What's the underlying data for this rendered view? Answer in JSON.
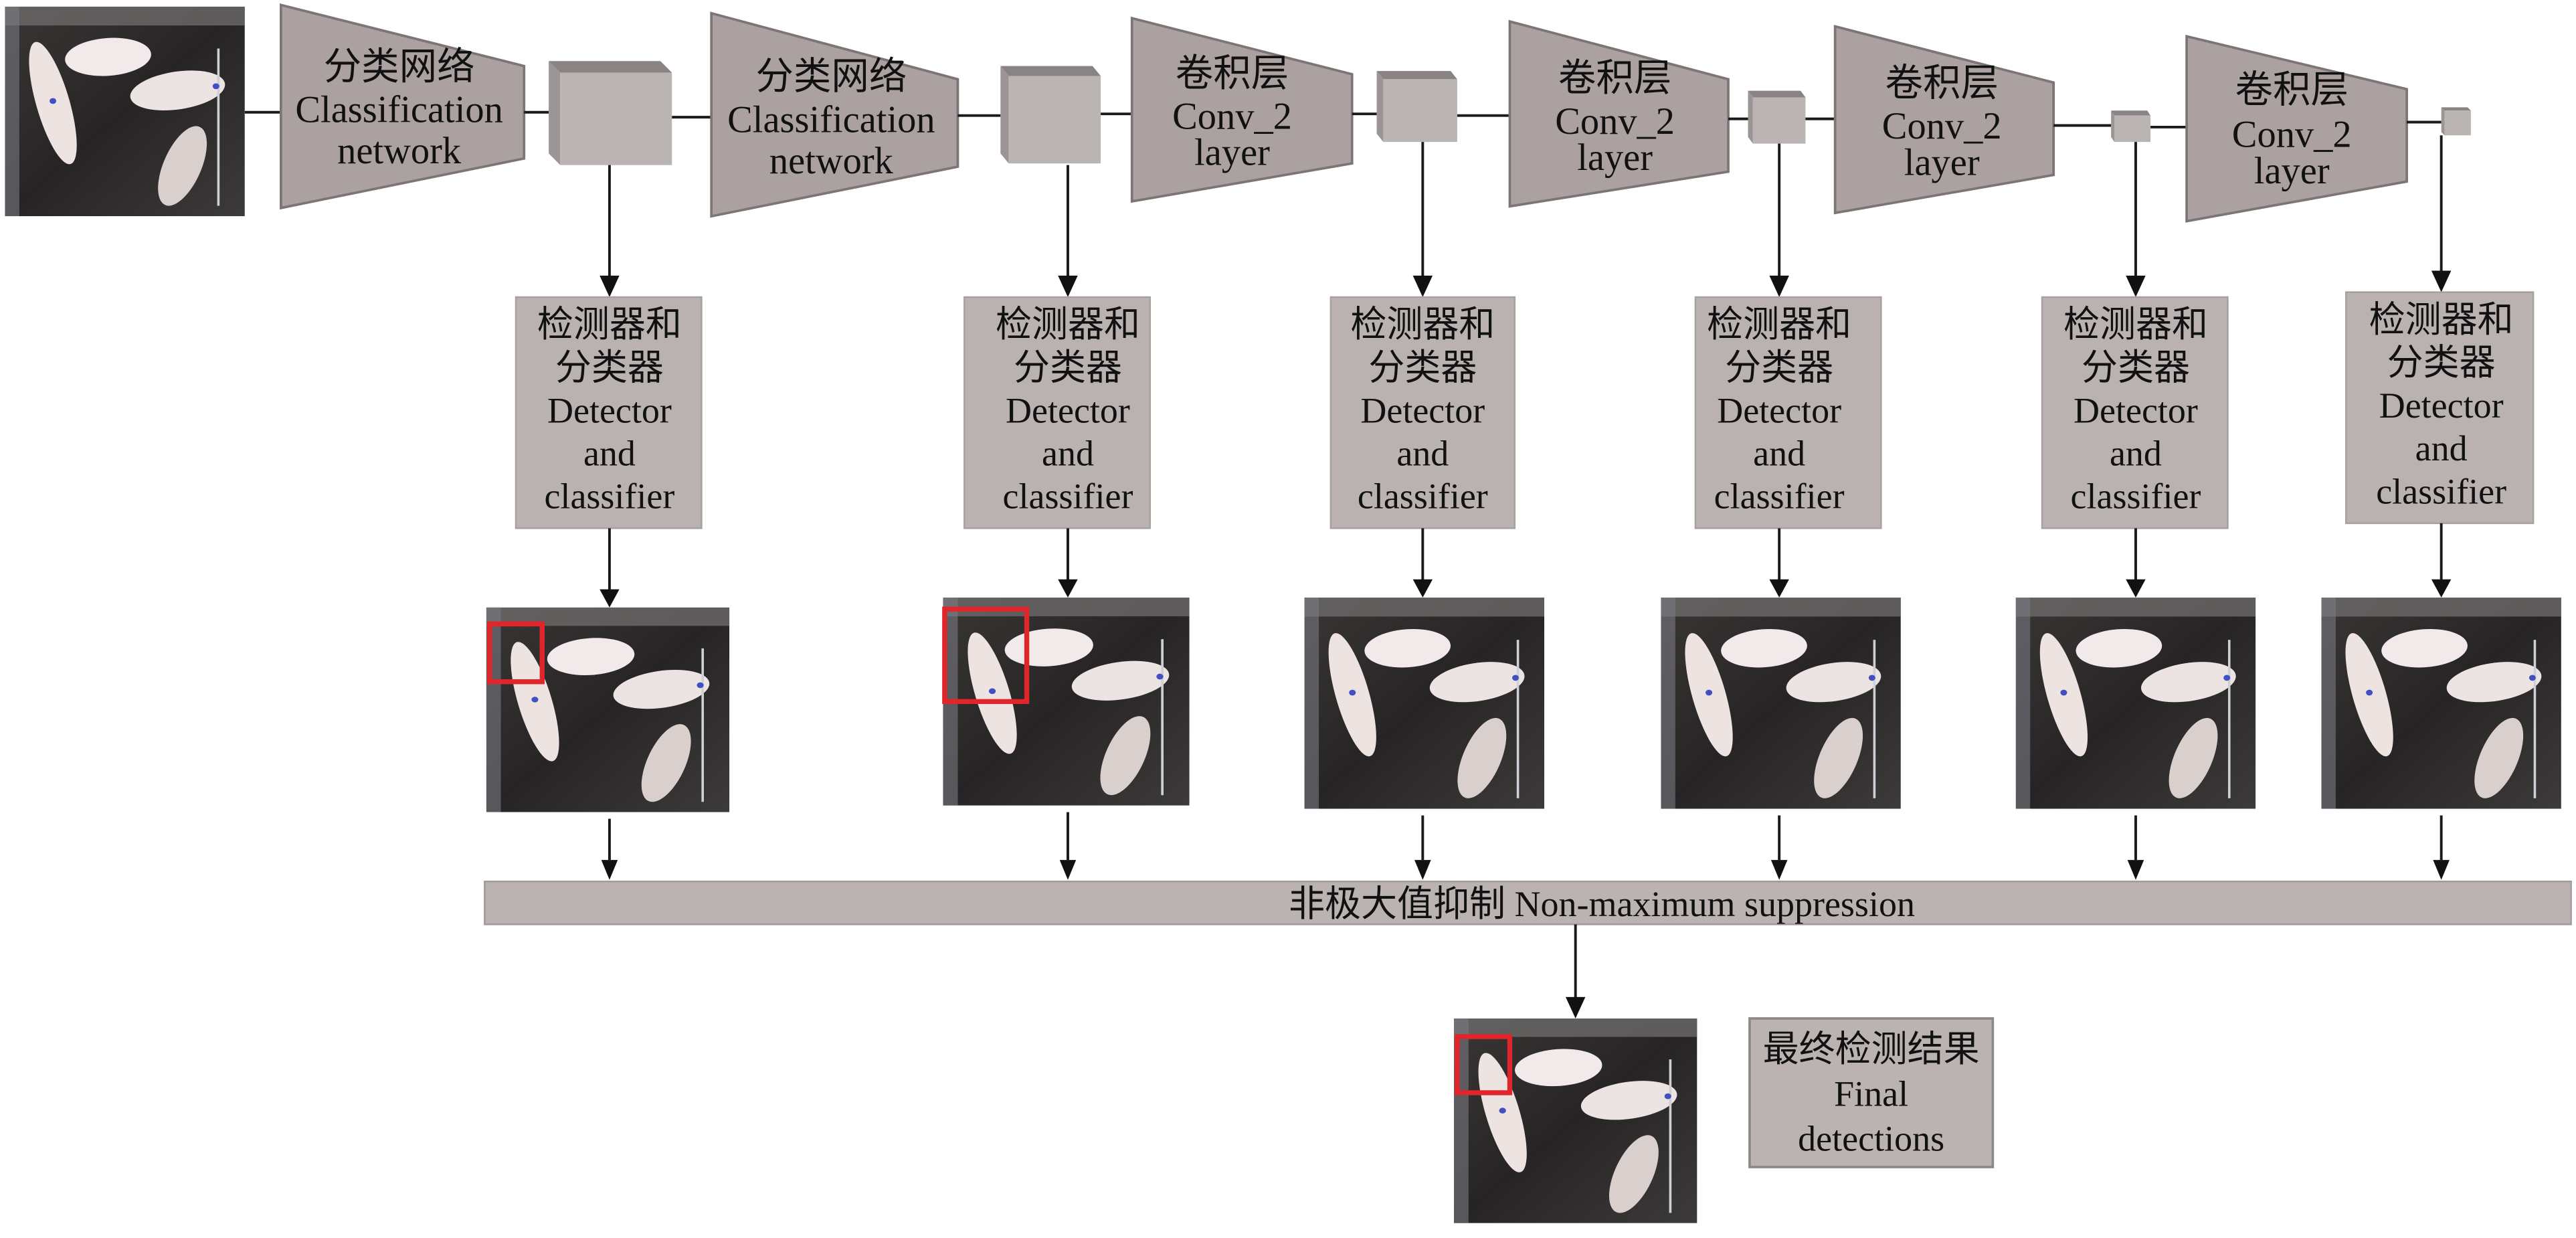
{
  "figure": {
    "title": "Multi-scale detection pipeline (pig detection)"
  },
  "input_image": {
    "icon": "pig-pen-photo",
    "description": "Top-down photo of pigs in a pen"
  },
  "stages": [
    {
      "zh": "分类网络",
      "en_line1": "Classification",
      "en_line2": "network"
    },
    {
      "zh": "分类网络",
      "en_line1": "Classification",
      "en_line2": "network"
    },
    {
      "zh": "卷积层",
      "en_line1": "Conv_2",
      "en_line2": "layer"
    },
    {
      "zh": "卷积层",
      "en_line1": "Conv_2",
      "en_line2": "layer"
    },
    {
      "zh": "卷积层",
      "en_line1": "Conv_2",
      "en_line2": "layer"
    },
    {
      "zh": "卷积层",
      "en_line1": "Conv_2",
      "en_line2": "layer"
    }
  ],
  "detectors": [
    {
      "zh1": "检测器和",
      "zh2": "分类器",
      "en1": "Detector",
      "en2": "and",
      "en3": "classifier",
      "has_detection_box": true
    },
    {
      "zh1": "检测器和",
      "zh2": "分类器",
      "en1": "Detector",
      "en2": "and",
      "en3": "classifier",
      "has_detection_box": true
    },
    {
      "zh1": "检测器和",
      "zh2": "分类器",
      "en1": "Detector",
      "en2": "and",
      "en3": "classifier",
      "has_detection_box": false
    },
    {
      "zh1": "检测器和",
      "zh2": "分类器",
      "en1": "Detector",
      "en2": "and",
      "en3": "classifier",
      "has_detection_box": false
    },
    {
      "zh1": "检测器和",
      "zh2": "分类器",
      "en1": "Detector",
      "en2": "and",
      "en3": "classifier",
      "has_detection_box": false
    },
    {
      "zh1": "检测器和",
      "zh2": "分类器",
      "en1": "Detector",
      "en2": "and",
      "en3": "classifier",
      "has_detection_box": false
    }
  ],
  "nms": {
    "label": "非极大值抑制  Non-maximum suppression"
  },
  "final": {
    "zh": "最终检测结果",
    "en1": "Final",
    "en2": "detections",
    "has_detection_box": true
  },
  "colors": {
    "block_gray": "#aba1a1",
    "box_gray": "#b9b2b1",
    "detection_red": "#e0262b"
  }
}
